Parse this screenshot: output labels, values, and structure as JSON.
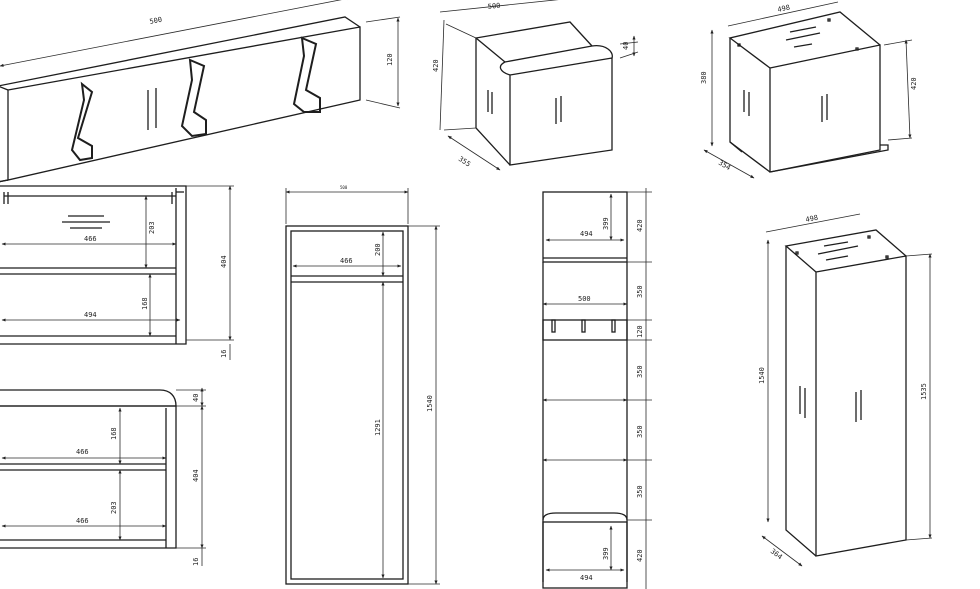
{
  "hook_panel": {
    "width": "500",
    "height": "120"
  },
  "bench_iso": {
    "depth": "355",
    "top_width": "500",
    "height": "420",
    "cushion": "40"
  },
  "shoe_cabinet_iso": {
    "width": "498",
    "depth": "354",
    "height": "420",
    "side": "380"
  },
  "shelf_cabinet": {
    "inner_top": "466",
    "inner_bottom": "494",
    "compartment_top": "203",
    "compartment_bottom": "168",
    "total_height": "404",
    "base": "16"
  },
  "bench_front": {
    "cushion": "40",
    "top_width": "466",
    "bottom_width": "466",
    "compartment_top": "168",
    "compartment_bottom": "203",
    "total_height": "404",
    "base": "16"
  },
  "wardrobe_front": {
    "top_label": "500",
    "inner_width": "466",
    "top_height": "200",
    "door_height": "1291",
    "total_height": "1540"
  },
  "elevation": {
    "top_width": "494",
    "top_inner": "399",
    "top_height": "420",
    "gap_1": "350",
    "hook_width": "500",
    "hook_height": "120",
    "gap_2": "350",
    "gap_3": "350",
    "gap_4": "350",
    "bottom_height": "420",
    "bottom_inner": "399",
    "bottom_width": "494"
  },
  "wardrobe_iso": {
    "width": "498",
    "depth": "364",
    "height": "1540",
    "side_height": "1535"
  }
}
